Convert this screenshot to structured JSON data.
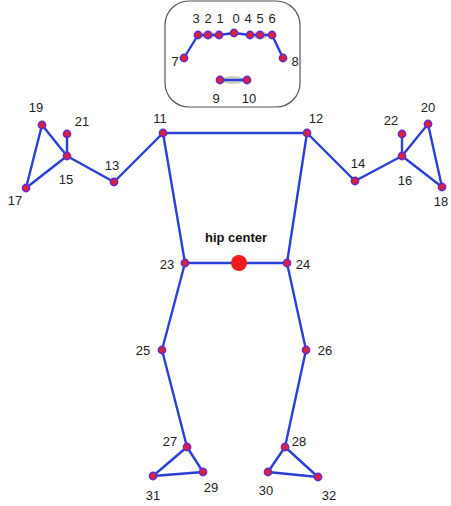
{
  "diagram": {
    "labels": [
      "0",
      "1",
      "2",
      "3",
      "4",
      "5",
      "6",
      "7",
      "8",
      "9",
      "10",
      "11",
      "12",
      "13",
      "14",
      "15",
      "16",
      "17",
      "18",
      "19",
      "20",
      "21",
      "22",
      "23",
      "24",
      "25",
      "26",
      "27",
      "28",
      "29",
      "30",
      "31",
      "32",
      "hip center"
    ]
  }
}
